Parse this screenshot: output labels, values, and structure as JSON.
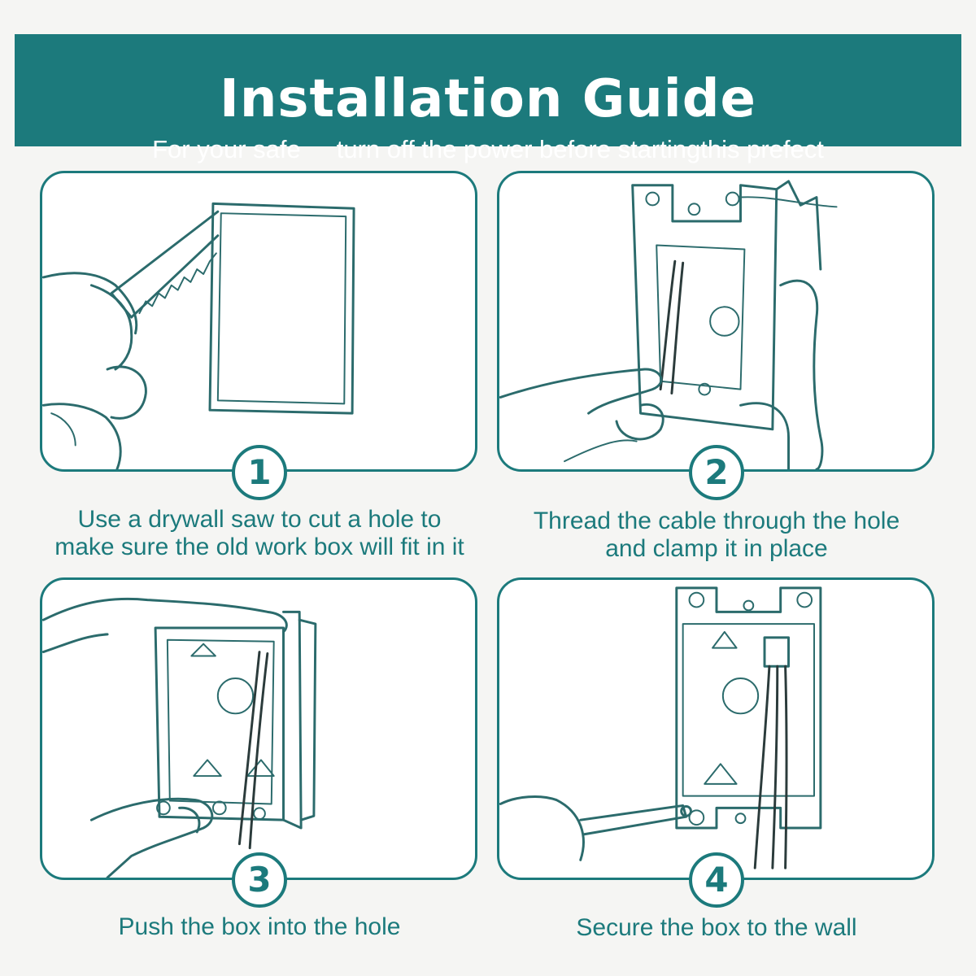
{
  "header": {
    "title": "Installation Guide",
    "subtitle_left": "For your safe",
    "subtitle_right": "turn off the power before startingthis prefect"
  },
  "steps": [
    {
      "number": "1",
      "caption_lines": [
        "Use a drywall saw to cut a hole to",
        "make sure the old work box will fit in it"
      ]
    },
    {
      "number": "2",
      "caption_lines": [
        "Thread the cable through the hole",
        "and clamp it in place"
      ]
    },
    {
      "number": "3",
      "caption_lines": [
        "Push the box into the hole"
      ]
    },
    {
      "number": "4",
      "caption_lines": [
        "Secure the box to the wall"
      ]
    }
  ],
  "colors": {
    "accent": "#1c7a7c",
    "background": "#f5f5f3",
    "line_art": "#2b6b6c"
  }
}
